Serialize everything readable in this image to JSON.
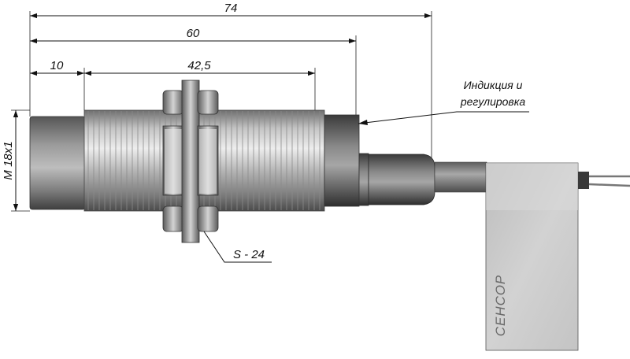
{
  "dimensions": {
    "total_length": "74",
    "housing_length": "60",
    "face_offset": "10",
    "thread_length": "42,5",
    "thread_size": "M 18x1",
    "wrench_size": "S - 24"
  },
  "annotations": {
    "indication_line1": "Индикция и",
    "indication_line2": "регулировка"
  },
  "label": {
    "brand": "СЕНСОР"
  },
  "colors": {
    "metal_light": "#e2e2e2",
    "metal_mid": "#a9a9a9",
    "metal_dark": "#5a5a5a",
    "cable": "#8c8c8c",
    "tag": "#c9c9c9"
  }
}
